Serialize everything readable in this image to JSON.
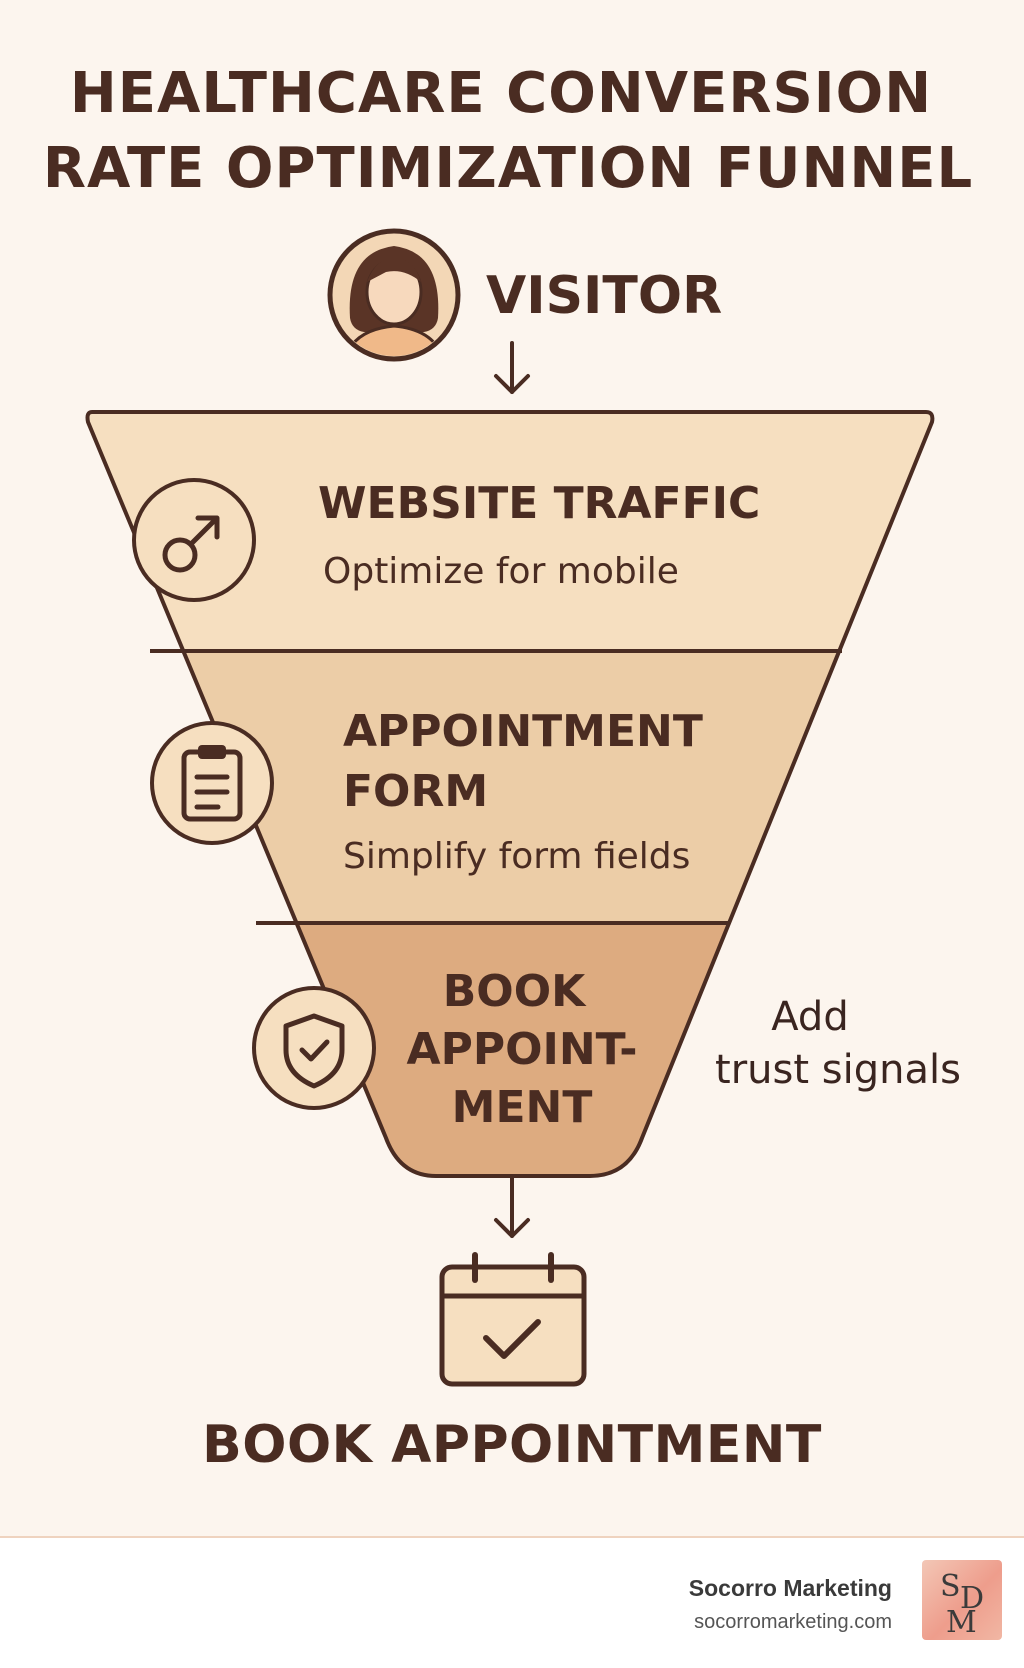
{
  "title": {
    "line1": "HEALTHCARE CONVERSION",
    "line2": "RATE OPTIMIZATION FUNNEL"
  },
  "visitor": {
    "label": "VISITOR",
    "icon": "person-avatar-icon"
  },
  "stages": [
    {
      "title_lines": [
        "WEBSITE TRAFFIC"
      ],
      "description": "Optimize for mobile",
      "icon": "arrow-up-right-circle-icon"
    },
    {
      "title_lines": [
        "APPOINTMENT",
        "FORM"
      ],
      "description": "Simplify form fields",
      "icon": "clipboard-icon"
    },
    {
      "title_lines": [
        "BOOK",
        "APPOINT-",
        "MENT"
      ],
      "description": "",
      "icon": "shield-check-icon"
    }
  ],
  "side_note": {
    "lines": [
      "Add",
      "trust signals"
    ]
  },
  "result": {
    "label": "BOOK APPOINTMENT",
    "icon": "calendar-check-icon"
  },
  "footer": {
    "brand_name": "Socorro Marketing",
    "brand_url": "socorromarketing.com",
    "logo_letters": [
      "S",
      "D",
      "M"
    ]
  },
  "colors": {
    "background": "#fcf5ee",
    "ink": "#4a2c22",
    "stage1": "#f6dfc0",
    "stage2": "#eccda7",
    "stage3": "#ddab80"
  }
}
